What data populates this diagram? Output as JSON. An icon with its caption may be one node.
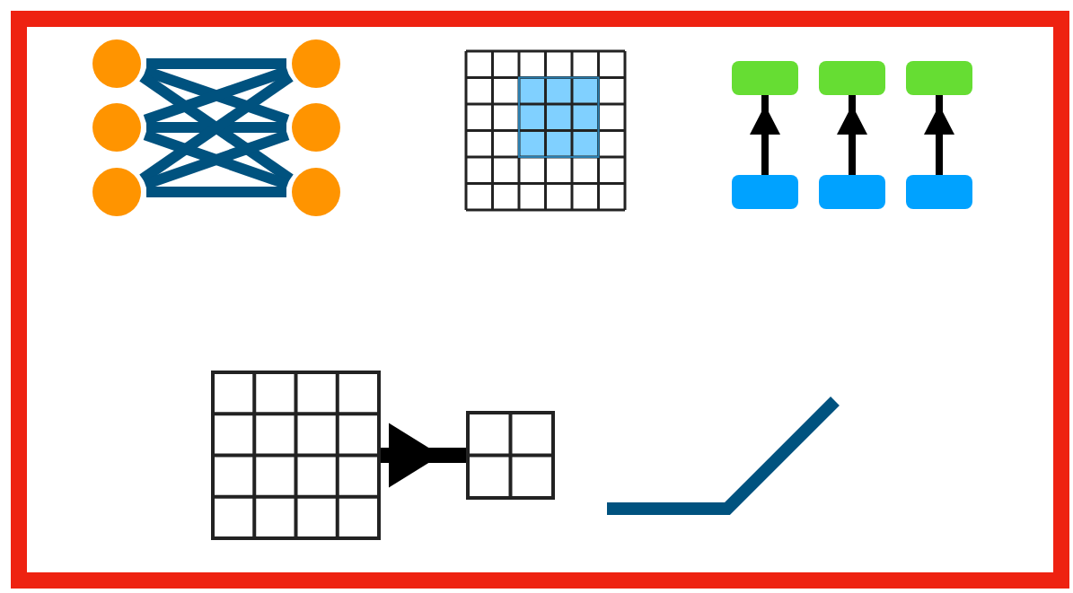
{
  "diagram": {
    "nodes": [
      {
        "text": [],
        "shape": "circle"
      },
      {
        "text": [],
        "shape": "circle"
      },
      {
        "text": [],
        "shape": "circle"
      },
      {
        "text": [],
        "shape": "circle"
      },
      {
        "text": [],
        "shape": "circle"
      },
      {
        "text": [],
        "shape": "circle"
      },
      {
        "text": [],
        "shape": "box"
      },
      {
        "text": [],
        "shape": "box"
      },
      {
        "text": [],
        "shape": "box"
      },
      {
        "text": [],
        "shape": "box"
      },
      {
        "text": [],
        "shape": "box"
      },
      {
        "text": [],
        "shape": "box"
      },
      {
        "text": [],
        "shape": "grid"
      },
      {
        "text": [],
        "shape": "grid"
      }
    ],
    "edges": [
      {
        "from": 0,
        "to": 3,
        "arrow": "none"
      },
      {
        "from": 0,
        "to": 4,
        "arrow": "none"
      },
      {
        "from": 0,
        "to": 5,
        "arrow": "none"
      },
      {
        "from": 1,
        "to": 3,
        "arrow": "none"
      },
      {
        "from": 1,
        "to": 4,
        "arrow": "none"
      },
      {
        "from": 1,
        "to": 5,
        "arrow": "none"
      },
      {
        "from": 2,
        "to": 3,
        "arrow": "none"
      },
      {
        "from": 2,
        "to": 4,
        "arrow": "none"
      },
      {
        "from": 2,
        "to": 5,
        "arrow": "none"
      },
      {
        "from": 9,
        "to": 6,
        "arrow": "to",
        "color": "#000000"
      },
      {
        "from": 10,
        "to": 7,
        "arrow": "to",
        "color": "#000000"
      },
      {
        "from": 11,
        "to": 8,
        "arrow": "to",
        "color": "#000000"
      },
      {
        "from": 12,
        "to": 13,
        "arrow": "to",
        "color": "#000000"
      }
    ]
  }
}
